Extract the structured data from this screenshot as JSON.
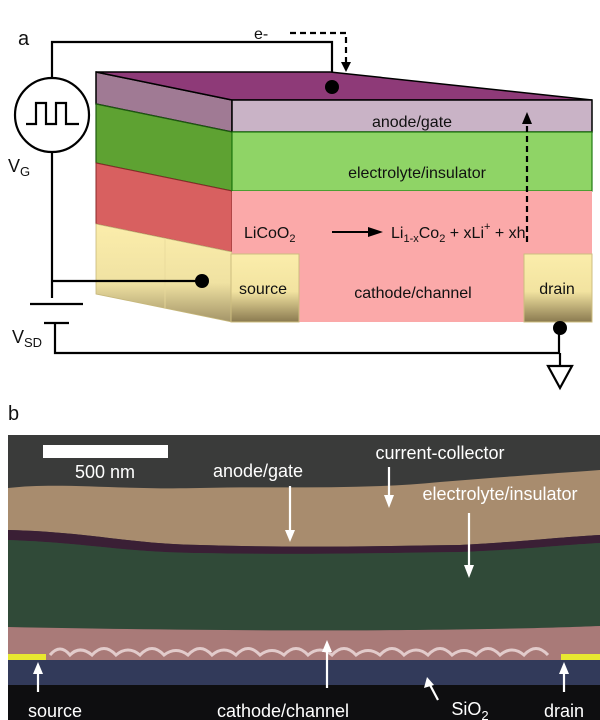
{
  "panel_a": {
    "panel_label": "a",
    "electron_label": "e-",
    "gate_voltage_label": "V",
    "gate_voltage_sub": "G",
    "sd_voltage_label": "V",
    "sd_voltage_sub": "SD",
    "layers": {
      "anode": "anode/gate",
      "electrolyte": "electrolyte/insulator",
      "cathode": "cathode/channel",
      "source": "source",
      "drain": "drain"
    },
    "reaction": {
      "reactant": "LiCoO",
      "reactant_sub": "2",
      "product1": "Li",
      "product1_sub": "1-x",
      "product1_b": "Co",
      "product1_b_sub": "2",
      "plus1": " + xLi",
      "sup": "+",
      "plus2": " + xh"
    },
    "colors": {
      "anode_top": "#8e3a78",
      "anode_side": "#a07a94",
      "anode_front": "#c9b3c6",
      "electrolyte_side": "#5ea232",
      "electrolyte_front": "#8fd466",
      "cathode_side": "#d86060",
      "cathode_front": "#fba9a9",
      "contact": "#fbedab"
    }
  },
  "panel_b": {
    "panel_label": "b",
    "scale_bar_label": "500 nm",
    "labels": {
      "anode": "anode/gate",
      "current_collector": "current-collector",
      "electrolyte": "electrolyte/insulator",
      "source": "source",
      "cathode": "cathode/channel",
      "sio2": "SiO",
      "sio2_sub": "2",
      "drain": "drain"
    },
    "colors": {
      "background": "#3a3b3a",
      "anode": "#a88c6e",
      "interface": "#3a1f35",
      "electrolyte": "#304a38",
      "cathode": "#a97a78",
      "contact": "#e8e830",
      "sio2": "#323a5a",
      "substrate": "#0e0e10"
    }
  }
}
